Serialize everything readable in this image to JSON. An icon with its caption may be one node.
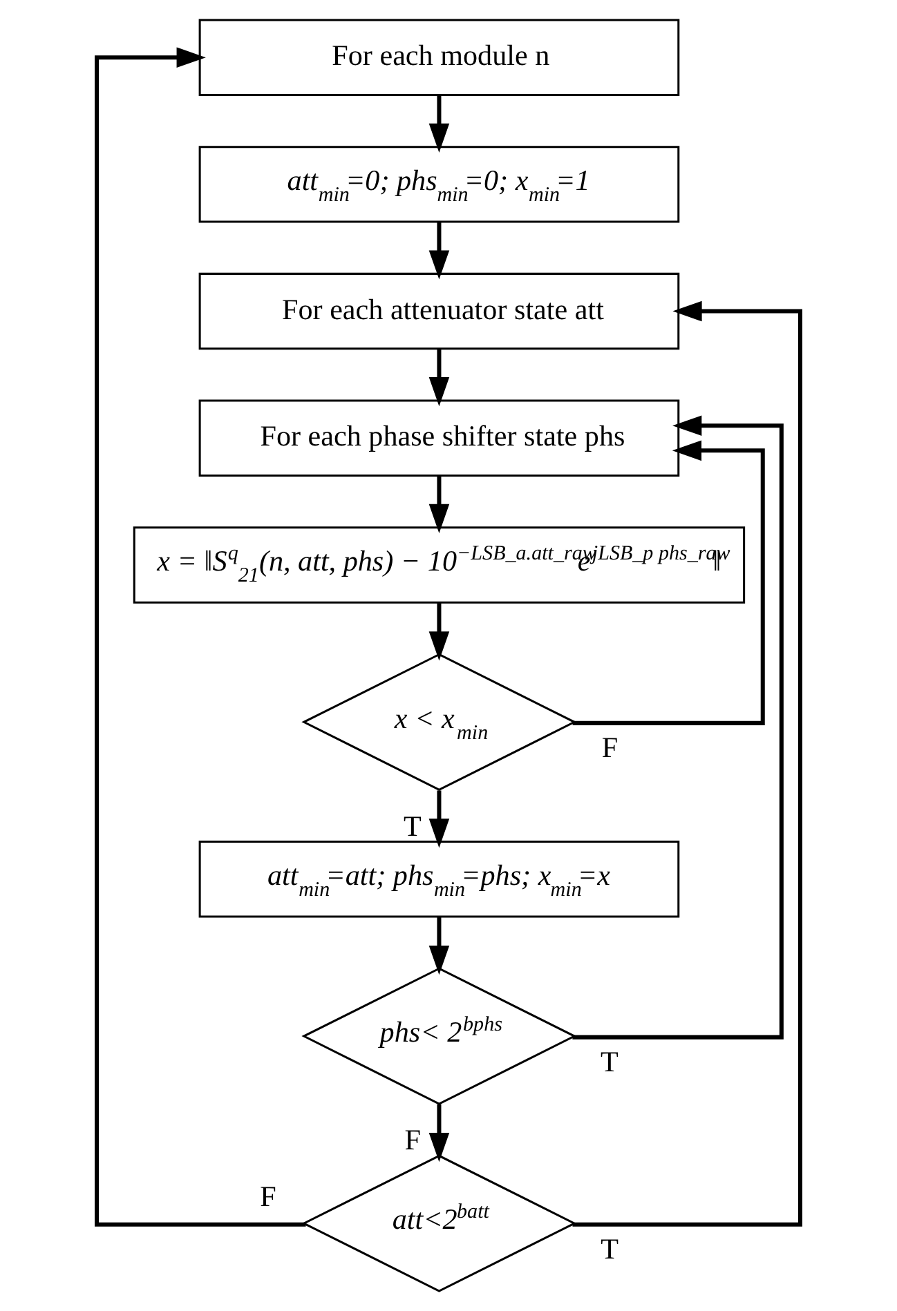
{
  "diagram": {
    "nodes": [
      {
        "text": [
          "For each module n"
        ]
      },
      {
        "text": [
          "att$_{min}$=0; phs$_{min}$=0; x$_{min}$=1"
        ]
      },
      {
        "text": [
          "For each attenuator state att"
        ]
      },
      {
        "text": [
          "For each phase shifter state phs"
        ]
      },
      {
        "text": [
          "x = ‖S$^{q}$$_{21}$(n, att, phs) − 10$^{−LSB_a.att_raw}$e$^{jLSB_p phs_raw}$‖"
        ]
      },
      {
        "text": [
          "x < x$_{min}$"
        ]
      },
      {
        "text": [
          "att$_{min}$=att; phs$_{min}$=phs; x$_{min}$=x"
        ]
      },
      {
        "text": [
          "phs< 2$^{bphs}$"
        ]
      },
      {
        "text": [
          "att<2$^{batt}$"
        ]
      }
    ],
    "edges": [
      {
        "from": 0,
        "to": 1,
        "arrow": "to"
      },
      {
        "from": 1,
        "to": 2,
        "arrow": "to"
      },
      {
        "from": 2,
        "to": 3,
        "arrow": "to"
      },
      {
        "from": 3,
        "to": 4,
        "arrow": "to"
      },
      {
        "from": 4,
        "to": 5,
        "arrow": "to"
      },
      {
        "from": 5,
        "to": 3,
        "label": "F",
        "arrow": "to"
      },
      {
        "from": 5,
        "to": 6,
        "label": "T",
        "arrow": "to"
      },
      {
        "from": 6,
        "to": 7,
        "arrow": "to"
      },
      {
        "from": 7,
        "to": 3,
        "label": "T",
        "arrow": "to"
      },
      {
        "from": 7,
        "to": 8,
        "label": "F",
        "arrow": "to"
      },
      {
        "from": 8,
        "to": 2,
        "label": "T",
        "arrow": "to"
      },
      {
        "from": 8,
        "to": 0,
        "label": "F",
        "arrow": "to"
      }
    ]
  }
}
